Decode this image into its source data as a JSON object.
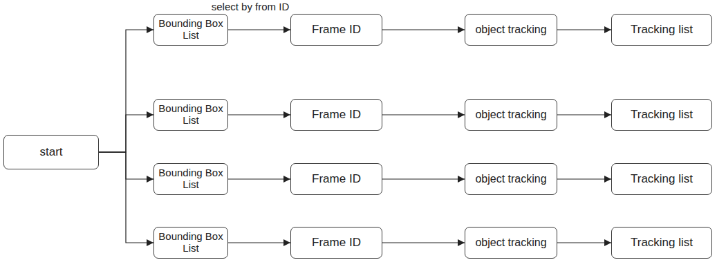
{
  "diagram": {
    "nodes": [
      {
        "text": [
          "start"
        ]
      },
      {
        "text": [
          "Bounding Box List"
        ]
      },
      {
        "text": [
          "Frame ID"
        ]
      },
      {
        "text": [
          "object tracking"
        ]
      },
      {
        "text": [
          "Tracking list"
        ]
      },
      {
        "text": [
          "Bounding Box List"
        ]
      },
      {
        "text": [
          "Frame ID"
        ]
      },
      {
        "text": [
          "object tracking"
        ]
      },
      {
        "text": [
          "Tracking list"
        ]
      },
      {
        "text": [
          "Bounding Box List"
        ]
      },
      {
        "text": [
          "Frame ID"
        ]
      },
      {
        "text": [
          "object tracking"
        ]
      },
      {
        "text": [
          "Tracking list"
        ]
      },
      {
        "text": [
          "Bounding Box List"
        ]
      },
      {
        "text": [
          "Frame ID"
        ]
      },
      {
        "text": [
          "object tracking"
        ]
      },
      {
        "text": [
          "Tracking list"
        ]
      }
    ],
    "edges": [
      {
        "from": 0,
        "to": 1,
        "arrow": "to"
      },
      {
        "from": 0,
        "to": 5,
        "arrow": "to"
      },
      {
        "from": 0,
        "to": 9,
        "arrow": "to"
      },
      {
        "from": 0,
        "to": 13,
        "arrow": "to"
      },
      {
        "from": 1,
        "to": 2,
        "label": "select by from ID",
        "arrow": "to"
      },
      {
        "from": 2,
        "to": 3,
        "arrow": "to"
      },
      {
        "from": 3,
        "to": 4,
        "arrow": "to"
      },
      {
        "from": 5,
        "to": 6,
        "arrow": "to"
      },
      {
        "from": 6,
        "to": 7,
        "arrow": "to"
      },
      {
        "from": 7,
        "to": 8,
        "arrow": "to"
      },
      {
        "from": 9,
        "to": 10,
        "arrow": "to"
      },
      {
        "from": 10,
        "to": 11,
        "arrow": "to"
      },
      {
        "from": 11,
        "to": 12,
        "arrow": "to"
      },
      {
        "from": 13,
        "to": 14,
        "arrow": "to"
      },
      {
        "from": 14,
        "to": 15,
        "arrow": "to"
      },
      {
        "from": 15,
        "to": 16,
        "arrow": "to"
      }
    ]
  }
}
